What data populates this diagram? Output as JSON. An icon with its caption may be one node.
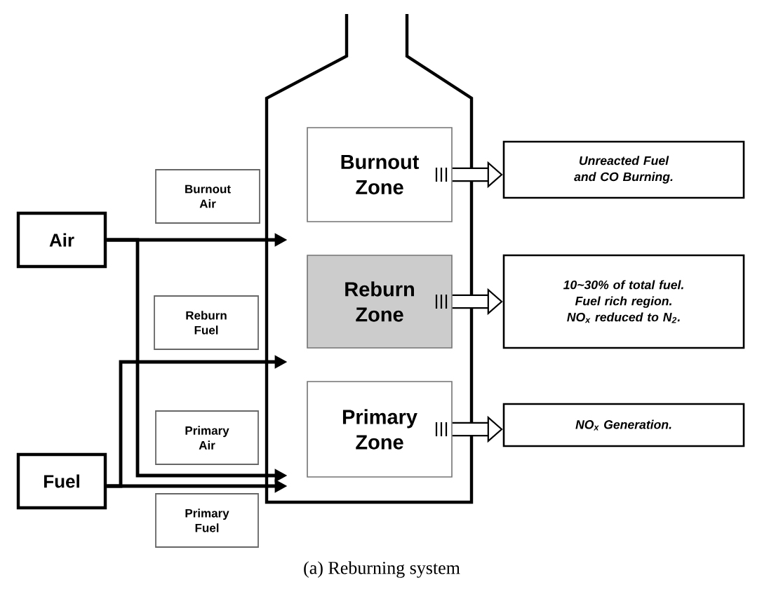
{
  "diagram": {
    "caption": "(a) Reburning system",
    "nodes": [
      {
        "text": [
          "Air"
        ]
      },
      {
        "text": [
          "Fuel"
        ]
      },
      {
        "text": [
          "Burnout Air"
        ]
      },
      {
        "text": [
          "Reburn Fuel"
        ]
      },
      {
        "text": [
          "Primary Air"
        ]
      },
      {
        "text": [
          "Primary Fuel"
        ]
      },
      {
        "text": [],
        "shape": "furnace"
      },
      {
        "text": [
          "Burnout Zone"
        ],
        "in": 6
      },
      {
        "text": [
          "Reburn Zone"
        ],
        "in": 6
      },
      {
        "text": [
          "Primary Zone"
        ],
        "in": 6
      },
      {
        "text": [
          "Unreacted Fuel and CO Burning."
        ]
      },
      {
        "text": [
          "10~30% of total fuel.",
          "Fuel rich region.",
          "NO$_{x}$ reduced to N$_{2}$."
        ]
      },
      {
        "text": [
          "NO$_{x}$ Generation."
        ]
      }
    ],
    "edges": [
      {
        "from": 0,
        "to": 6,
        "arrow": "to"
      },
      {
        "from": 0,
        "to": 6,
        "arrow": "to"
      },
      {
        "from": 1,
        "to": 6,
        "arrow": "to"
      },
      {
        "from": 1,
        "to": 6,
        "arrow": "to"
      },
      {
        "from": 7,
        "to": 10,
        "arrow": "to",
        "style": "thick"
      },
      {
        "from": 8,
        "to": 11,
        "arrow": "to",
        "style": "thick"
      },
      {
        "from": 9,
        "to": 12,
        "arrow": "to",
        "style": "thick"
      }
    ]
  }
}
